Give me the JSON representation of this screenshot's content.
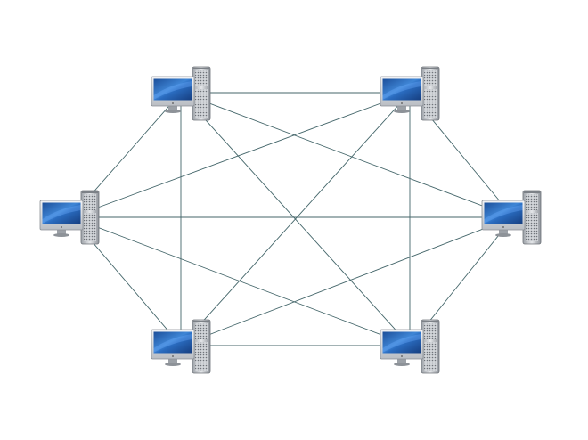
{
  "diagram": {
    "type": "mesh-network",
    "topology": "full-mesh",
    "node_icon": "desktop-computer-icon",
    "link_color": "#44666a",
    "screen_color": "#2f6db8",
    "nodes": [
      {
        "id": "node-top-left"
      },
      {
        "id": "node-top-right"
      },
      {
        "id": "node-middle-left"
      },
      {
        "id": "node-middle-right"
      },
      {
        "id": "node-bottom-left"
      },
      {
        "id": "node-bottom-right"
      }
    ],
    "links": [
      [
        "node-top-left",
        "node-top-right"
      ],
      [
        "node-top-left",
        "node-middle-left"
      ],
      [
        "node-top-left",
        "node-middle-right"
      ],
      [
        "node-top-left",
        "node-bottom-left"
      ],
      [
        "node-top-left",
        "node-bottom-right"
      ],
      [
        "node-top-right",
        "node-middle-left"
      ],
      [
        "node-top-right",
        "node-middle-right"
      ],
      [
        "node-top-right",
        "node-bottom-left"
      ],
      [
        "node-top-right",
        "node-bottom-right"
      ],
      [
        "node-middle-left",
        "node-middle-right"
      ],
      [
        "node-middle-left",
        "node-bottom-left"
      ],
      [
        "node-middle-left",
        "node-bottom-right"
      ],
      [
        "node-middle-right",
        "node-bottom-left"
      ],
      [
        "node-middle-right",
        "node-bottom-right"
      ],
      [
        "node-bottom-left",
        "node-bottom-right"
      ]
    ]
  }
}
